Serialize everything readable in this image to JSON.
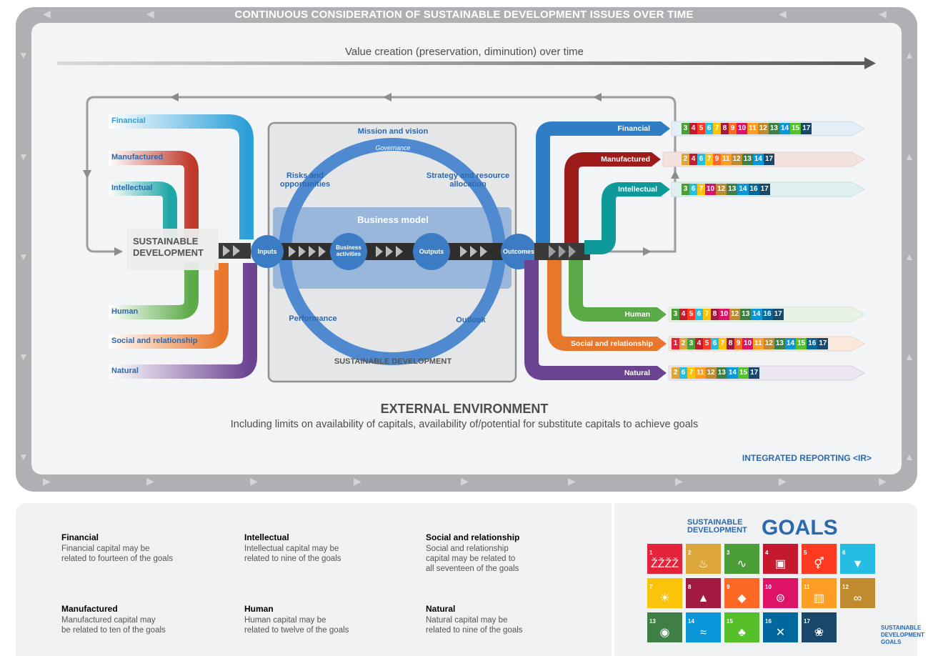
{
  "header": {
    "banner": "CONTINUOUS CONSIDERATION OF SUSTAINABLE DEVELOPMENT ISSUES OVER TIME",
    "value_creation": "Value creation (preservation, diminution) over time"
  },
  "inputs": [
    {
      "label": "Financial",
      "color": "#2a9fd8"
    },
    {
      "label": "Manufactured",
      "color": "#c0392b"
    },
    {
      "label": "Intellectual",
      "color": "#1fa6a6"
    },
    {
      "label": "Human",
      "color": "#5aaa47"
    },
    {
      "label": "Social and relationship",
      "color": "#e8762b"
    },
    {
      "label": "Natural",
      "color": "#6b4391"
    }
  ],
  "sd_box": "SUSTAINABLE DEVELOPMENT",
  "center": {
    "mission": "Mission and vision",
    "governance": "Governance",
    "risks": "Risks and opportunities",
    "strategy": "Strategy and resource allocation",
    "business_model": "Business model",
    "inputs": "Inputs",
    "business_activities": "Business activities",
    "outputs": "Outputs",
    "outcomes": "Outcomes",
    "performance": "Performance",
    "outlook": "Outlook",
    "sustainable_development": "SUSTAINABLE DEVELOPMENT"
  },
  "outcomes": [
    {
      "label": "Financial",
      "color": "#2f7dc4",
      "goals": [
        "3",
        "4",
        "5",
        "6",
        "7",
        "8",
        "9",
        "10",
        "11",
        "12",
        "13",
        "14",
        "15",
        "17"
      ]
    },
    {
      "label": "Manufactured",
      "color": "#9e1b1b",
      "goals": [
        "2",
        "4",
        "6",
        "7",
        "9",
        "11",
        "12",
        "13",
        "14",
        "17"
      ]
    },
    {
      "label": "Intellectual",
      "color": "#0f9a9a",
      "goals": [
        "3",
        "6",
        "7",
        "10",
        "12",
        "13",
        "14",
        "16",
        "17"
      ]
    },
    {
      "label": "Human",
      "color": "#5aaa47",
      "goals": [
        "3",
        "4",
        "5",
        "6",
        "7",
        "8",
        "10",
        "12",
        "13",
        "14",
        "16",
        "17"
      ]
    },
    {
      "label": "Social and relationship",
      "color": "#e8762b",
      "goals": [
        "1",
        "2",
        "3",
        "4",
        "5",
        "6",
        "7",
        "8",
        "9",
        "10",
        "11",
        "12",
        "13",
        "14",
        "15",
        "16",
        "17"
      ]
    },
    {
      "label": "Natural",
      "color": "#6b4391",
      "goals": [
        "2",
        "6",
        "7",
        "11",
        "12",
        "13",
        "14",
        "15",
        "17"
      ]
    }
  ],
  "sdg_colors": {
    "1": "#e5243b",
    "2": "#dda63a",
    "3": "#4c9f38",
    "4": "#c5192d",
    "5": "#ff3a21",
    "6": "#26bde2",
    "7": "#fcc30b",
    "8": "#a21942",
    "9": "#fd6925",
    "10": "#dd1367",
    "11": "#fd9d24",
    "12": "#bf8b2e",
    "13": "#3f7e44",
    "14": "#0a97d9",
    "15": "#56c02b",
    "16": "#00689d",
    "17": "#19486a"
  },
  "external": {
    "title": "EXTERNAL ENVIRONMENT",
    "subtitle": "Including limits on availability of capitals, availability of/potential for substitute capitals to achieve goals"
  },
  "ir_label": "INTEGRATED REPORTING <IR>",
  "legend": [
    {
      "title": "Financial",
      "color": "#2a68b0",
      "text": [
        "Financial capital may be",
        "related to fourteen of the goals"
      ]
    },
    {
      "title": "Intellectual",
      "color": "#1c8f8f",
      "text": [
        "Intellectual capital may be",
        "related to nine of the goals"
      ]
    },
    {
      "title": "Social and relationship",
      "color": "#e8762b",
      "text": [
        "Social and relationship",
        "capital may be related to",
        "all seventeen of the goals"
      ]
    },
    {
      "title": "Manufactured",
      "color": "#b22222",
      "text": [
        "Manufactured capital may",
        "be related to ten of the goals"
      ]
    },
    {
      "title": "Human",
      "color": "#8cc63f",
      "text": [
        "Human capital may be",
        "related to twelve of the goals"
      ]
    },
    {
      "title": "Natural",
      "color": "#6b4391",
      "text": [
        "Natural capital may be",
        "related to nine of the goals"
      ]
    }
  ],
  "sdg_panel": {
    "title_small": "SUSTAINABLE DEVELOPMENT",
    "title_big": "GOALS",
    "logo_text": "SUSTAINABLE DEVELOPMENT GOALS",
    "tiles": [
      {
        "n": "1",
        "icon": "poverty-icon",
        "glyph": "ŽŽŽŽ"
      },
      {
        "n": "2",
        "icon": "hunger-icon",
        "glyph": "♨"
      },
      {
        "n": "3",
        "icon": "health-icon",
        "glyph": "∿"
      },
      {
        "n": "4",
        "icon": "education-icon",
        "glyph": "▣"
      },
      {
        "n": "5",
        "icon": "gender-icon",
        "glyph": "⚥"
      },
      {
        "n": "6",
        "icon": "water-icon",
        "glyph": "▼"
      },
      {
        "n": "7",
        "icon": "energy-icon",
        "glyph": "☀"
      },
      {
        "n": "8",
        "icon": "growth-icon",
        "glyph": "▲"
      },
      {
        "n": "9",
        "icon": "industry-icon",
        "glyph": "◆"
      },
      {
        "n": "10",
        "icon": "equality-icon",
        "glyph": "⊜"
      },
      {
        "n": "11",
        "icon": "cities-icon",
        "glyph": "▥"
      },
      {
        "n": "12",
        "icon": "consumption-icon",
        "glyph": "∞"
      },
      {
        "n": "13",
        "icon": "climate-icon",
        "glyph": "◉"
      },
      {
        "n": "14",
        "icon": "ocean-icon",
        "glyph": "≈"
      },
      {
        "n": "15",
        "icon": "land-icon",
        "glyph": "♣"
      },
      {
        "n": "16",
        "icon": "peace-icon",
        "glyph": "✕"
      },
      {
        "n": "17",
        "icon": "partnership-icon",
        "glyph": "❀"
      }
    ]
  }
}
